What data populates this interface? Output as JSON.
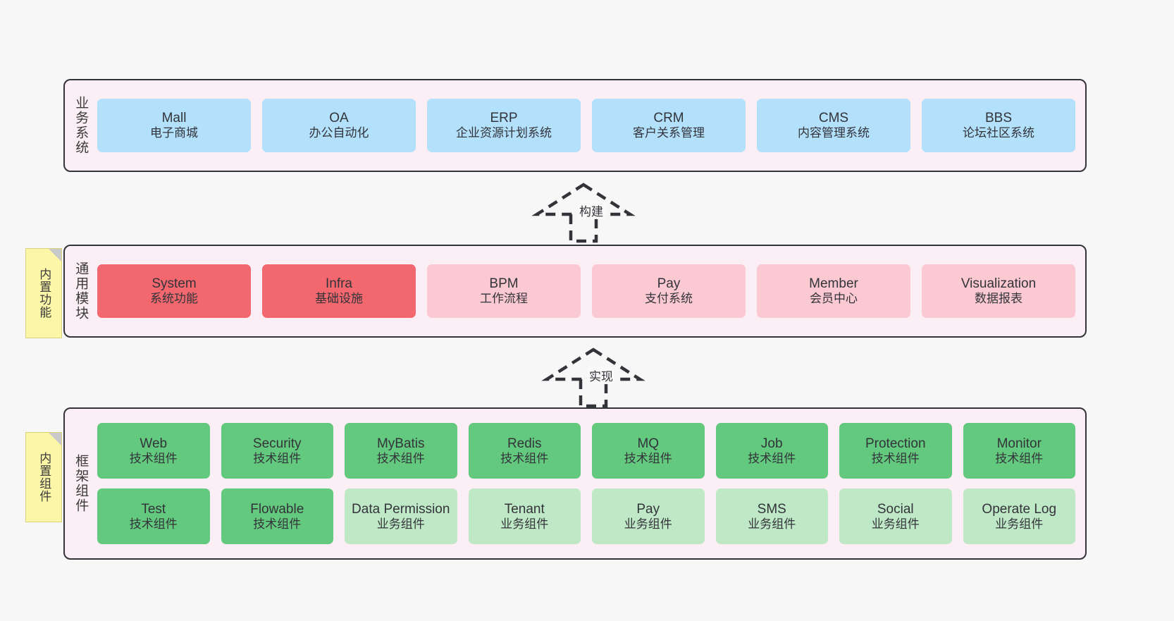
{
  "diagram": {
    "background_color": "#f7f7f7",
    "layer_fill": "#fbeef5",
    "layer_border": "#33333a",
    "sticky_color": "#fcf7a8"
  },
  "layers": [
    {
      "id": "business",
      "label": "业务系统",
      "box_color": "#b3e0fb",
      "rows": [
        [
          {
            "title": "Mall",
            "subtitle": "电子商城",
            "color": "#b3e0fb"
          },
          {
            "title": "OA",
            "subtitle": "办公自动化",
            "color": "#b3e0fb"
          },
          {
            "title": "ERP",
            "subtitle": "企业资源计划系统",
            "color": "#b3e0fb"
          },
          {
            "title": "CRM",
            "subtitle": "客户关系管理",
            "color": "#b3e0fb"
          },
          {
            "title": "CMS",
            "subtitle": "内容管理系统",
            "color": "#b3e0fb"
          },
          {
            "title": "BBS",
            "subtitle": "论坛社区系统",
            "color": "#b3e0fb"
          }
        ]
      ]
    },
    {
      "id": "common",
      "label": "通用模块",
      "sticky": "内置功能",
      "rows": [
        [
          {
            "title": "System",
            "subtitle": "系统功能",
            "color": "#f2686e"
          },
          {
            "title": "Infra",
            "subtitle": "基础设施",
            "color": "#f2686e"
          },
          {
            "title": "BPM",
            "subtitle": "工作流程",
            "color": "#fbc9d2"
          },
          {
            "title": "Pay",
            "subtitle": "支付系统",
            "color": "#fbc9d2"
          },
          {
            "title": "Member",
            "subtitle": "会员中心",
            "color": "#fbc9d2"
          },
          {
            "title": "Visualization",
            "subtitle": "数据报表",
            "color": "#fbc9d2"
          }
        ]
      ]
    },
    {
      "id": "framework",
      "label": "框架组件",
      "sticky": "内置组件",
      "rows": [
        [
          {
            "title": "Web",
            "subtitle": "技术组件",
            "color": "#63c97e"
          },
          {
            "title": "Security",
            "subtitle": "技术组件",
            "color": "#63c97e"
          },
          {
            "title": "MyBatis",
            "subtitle": "技术组件",
            "color": "#63c97e"
          },
          {
            "title": "Redis",
            "subtitle": "技术组件",
            "color": "#63c97e"
          },
          {
            "title": "MQ",
            "subtitle": "技术组件",
            "color": "#63c97e"
          },
          {
            "title": "Job",
            "subtitle": "技术组件",
            "color": "#63c97e"
          },
          {
            "title": "Protection",
            "subtitle": "技术组件",
            "color": "#63c97e"
          },
          {
            "title": "Monitor",
            "subtitle": "技术组件",
            "color": "#63c97e"
          }
        ],
        [
          {
            "title": "Test",
            "subtitle": "技术组件",
            "color": "#63c97e"
          },
          {
            "title": "Flowable",
            "subtitle": "技术组件",
            "color": "#63c97e"
          },
          {
            "title": "Data Permission",
            "subtitle": "业务组件",
            "color": "#bfe8c6"
          },
          {
            "title": "Tenant",
            "subtitle": "业务组件",
            "color": "#bfe8c6"
          },
          {
            "title": "Pay",
            "subtitle": "业务组件",
            "color": "#bfe8c6"
          },
          {
            "title": "SMS",
            "subtitle": "业务组件",
            "color": "#bfe8c6"
          },
          {
            "title": "Social",
            "subtitle": "业务组件",
            "color": "#bfe8c6"
          },
          {
            "title": "Operate Log",
            "subtitle": "业务组件",
            "color": "#bfe8c6"
          }
        ]
      ]
    }
  ],
  "connectors": [
    {
      "id": "build",
      "label": "构建",
      "style": "dashed-generalization",
      "direction": "up"
    },
    {
      "id": "impl",
      "label": "实现",
      "style": "dashed-generalization",
      "direction": "up"
    }
  ]
}
